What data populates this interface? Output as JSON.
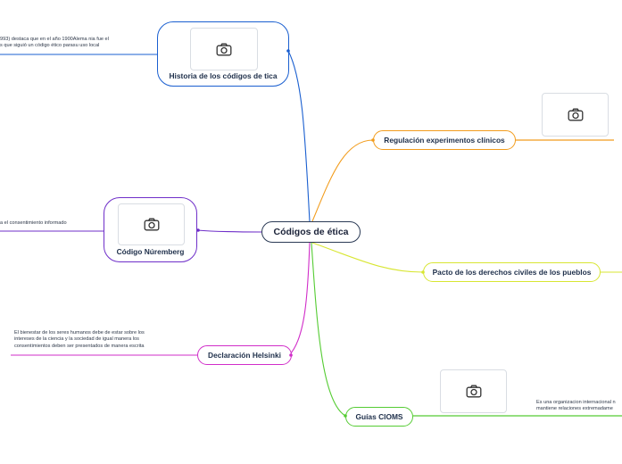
{
  "map": {
    "central_topic": "Códigos de ética",
    "branches": {
      "historia": {
        "label": "Historia de los códigos de tica",
        "color": "#1a5fd0",
        "note_lines": [
          "993) destaca que en el año 1900Alema nia fue el",
          "s que siguió un código ético parasu uso local"
        ]
      },
      "nuremberg": {
        "label": "Código Núremberg",
        "color": "#6f2fc9",
        "note_lines": [
          "a el consentimiento informado"
        ]
      },
      "helsinki": {
        "label": "Declaración Helsinki",
        "color": "#d12ec9",
        "note_lines": [
          "El bienestar de los seres humanos debe de estar sobre los",
          "intereses de la ciencia y la sociedad  de igual manera los",
          "consentimientos deben ser presentados de manera escrita"
        ]
      },
      "regulacion": {
        "label": "Regulación experimentos clínicos",
        "color": "#f29c1c"
      },
      "pacto": {
        "label": "Pacto de los derechos civiles de los pueblos",
        "color": "#d8e632"
      },
      "cioms": {
        "label": "Guías CIOMS",
        "color": "#55cc33",
        "note_lines": [
          "Es una organizacion internacional n",
          "mantiene relaciones extremadame"
        ]
      }
    },
    "icons": {
      "image_placeholder": "camera-icon"
    }
  }
}
